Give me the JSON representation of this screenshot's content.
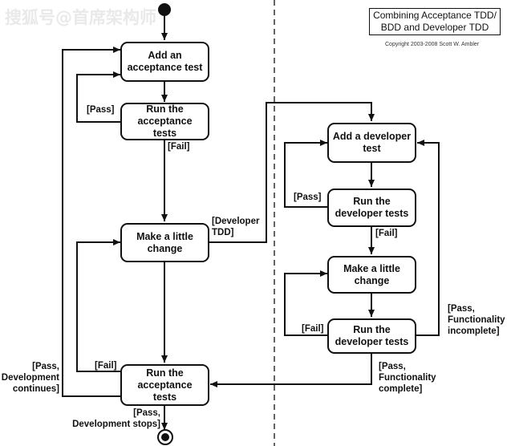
{
  "watermark": "搜狐号@首席架构师",
  "title": "Combining Acceptance TDD/\nBDD and Developer TDD",
  "copyright": "Copyright 2003-2008 Scott W. Ambler",
  "nodes": {
    "add_acceptance_test": "Add an\nacceptance test",
    "run_acceptance_tests_1": "Run the\nacceptance tests",
    "make_change_left": "Make a little\nchange",
    "run_acceptance_tests_2": "Run the\nacceptance tests",
    "add_developer_test": "Add a developer\ntest",
    "run_developer_tests_1": "Run the\ndeveloper tests",
    "make_change_right": "Make a little\nchange",
    "run_developer_tests_2": "Run the\ndeveloper tests"
  },
  "guards": {
    "pass_top": "[Pass]",
    "fail_top": "[Fail]",
    "developer_tdd": "[Developer\nTDD]",
    "fail_bottom_left": "[Fail]",
    "pass_dev_continues": "[Pass,\nDevelopment\ncontinues]",
    "pass_dev_stops": "[Pass,\nDevelopment stops]",
    "pass_right": "[Pass]",
    "fail_right_1": "[Fail]",
    "fail_right_2": "[Fail]",
    "pass_func_incomplete": "[Pass,\nFunctionality\nincomplete]",
    "pass_func_complete": "[Pass,\nFunctionality\ncomplete]"
  }
}
